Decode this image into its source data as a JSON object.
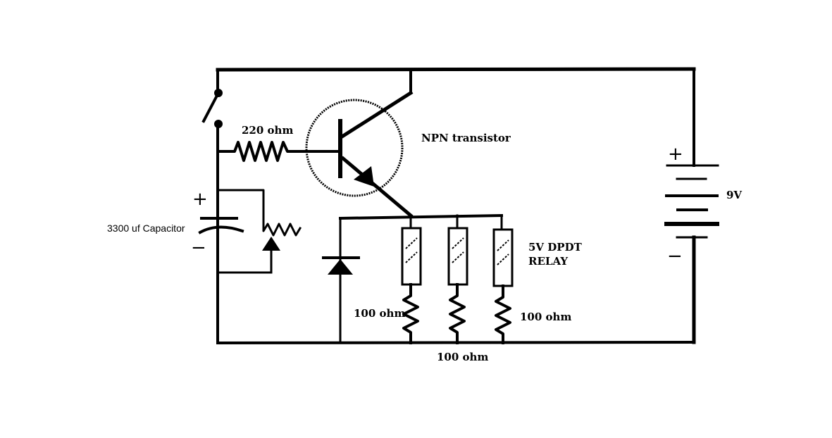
{
  "labels": {
    "r_base": "220 ohm",
    "transistor": "NPN transistor",
    "capacitor": "3300 uf Capacitor",
    "relay_line1": "5V DPDT",
    "relay_line2": "RELAY",
    "r_left": "100 ohm",
    "r_mid": "100 ohm",
    "r_right": "100 ohm",
    "battery": "9V"
  },
  "signs": {
    "cap_plus": "+",
    "cap_minus": "−",
    "bat_plus": "+",
    "bat_minus": "−"
  }
}
